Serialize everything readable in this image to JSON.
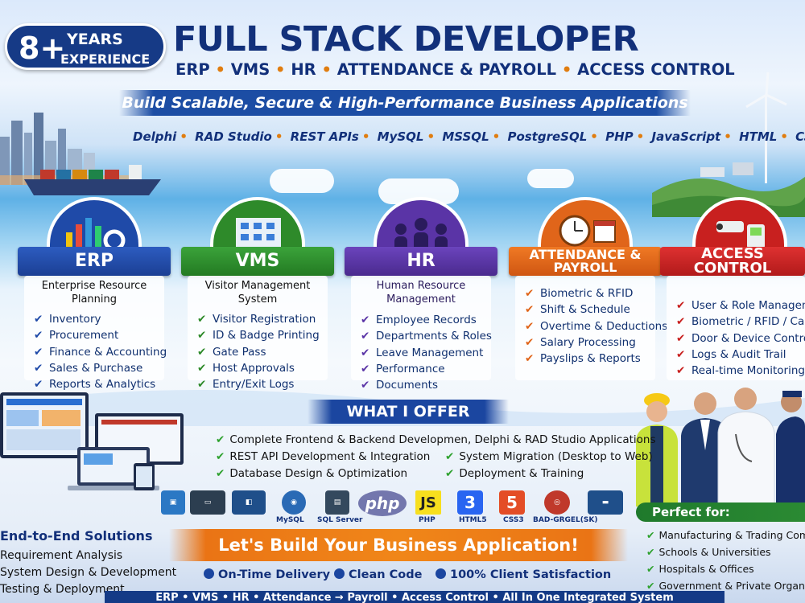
{
  "badge": {
    "number": "8+",
    "line1": "YEARS",
    "line2": "EXPERIENCE"
  },
  "title": "FULL STACK DEVELOPER",
  "subtitle": [
    "ERP",
    "VMS",
    "HR",
    "ATTENDANCE & PAYROLL",
    "ACCESS CONTROL"
  ],
  "tagline": "Build Scalable, Secure & High-Performance Business Applications",
  "tech": [
    "Delphi",
    "RAD Studio",
    "REST APIs",
    "MySQL",
    "MSSQL",
    "PostgreSQL",
    "PHP",
    "JavaScript",
    "HTML",
    "CSS"
  ],
  "colors": {
    "navy": "#12307a",
    "erp": "#1f4aa8",
    "vms": "#2e8a2a",
    "hr": "#5a34a6",
    "attendance": "#e0651a",
    "access": "#c8201f",
    "check_green": "#2ea12e"
  },
  "cards": [
    {
      "key": "erp",
      "title": "ERP",
      "desc": "Enterprise Resource Planning",
      "icon": "bar-chart-gear-icon",
      "items": [
        "Inventory",
        "Procurement",
        "Finance & Accounting",
        "Sales & Purchase",
        "Reports & Analytics"
      ]
    },
    {
      "key": "vms",
      "title": "VMS",
      "desc": "Visitor Management System",
      "icon": "building-icon",
      "items": [
        "Visitor Registration",
        "ID & Badge Printing",
        "Gate Pass",
        "Host Approvals",
        "Entry/Exit Logs"
      ]
    },
    {
      "key": "hr",
      "title": "HR",
      "desc": "Human Resource Management",
      "icon": "team-people-icon",
      "items": [
        "Employee Records",
        "Departments & Roles",
        "Leave Management",
        "Performance",
        "Documents"
      ]
    },
    {
      "key": "attendance",
      "title": "ATTENDANCE & PAYROLL",
      "desc": "",
      "icon": "clock-calendar-icon",
      "items": [
        "Biometric & RFID",
        "Shift & Schedule",
        "Overtime & Deductions",
        "Salary Processing",
        "Payslips & Reports"
      ]
    },
    {
      "key": "access",
      "title": "ACCESS CONTROL",
      "desc": "",
      "icon": "camera-fingerprint-icon",
      "items": [
        "User & Role Management",
        "Biometric / RFID / Card",
        "Door & Device Control",
        "Logs & Audit Trail",
        "Real-time Monitoring"
      ]
    }
  ],
  "offer": {
    "title": "WHAT I OFFER",
    "line1": "Complete Frontend & Backend Developmen, Delphi & RAD Studio Applications",
    "col1": [
      "REST API Development & Integration",
      "Database Design & Optimization"
    ],
    "col2": [
      "System Migration (Desktop to Web)",
      "Deployment & Training"
    ]
  },
  "logos": [
    {
      "name": "mysql-logo",
      "label": "MySQL"
    },
    {
      "name": "sqlserver-logo",
      "label": "SQL Server"
    },
    {
      "name": "php-logo",
      "label": "PHP",
      "text": "php"
    },
    {
      "name": "js-logo",
      "label": "PHP",
      "text": "JS"
    },
    {
      "name": "html5-logo",
      "label": "HTML5",
      "text": "3"
    },
    {
      "name": "css3-logo",
      "label": "CSS3",
      "text": "5"
    },
    {
      "name": "other-logo",
      "label": "BAD-GRGEL(SK)"
    }
  ],
  "end_to_end": {
    "title": "End-to-End Solutions",
    "items": [
      "Requirement Analysis",
      "System Design & Development",
      "Testing & Deployment"
    ]
  },
  "cta": "Let's Build Your Business Application!",
  "promises": [
    "On-Time Delivery",
    "Clean Code",
    "100% Client Satisfaction"
  ],
  "footer": "ERP • VMS • HR • Attendance → Payroll • Access Control • All In One Integrated System",
  "perfect_for": {
    "title": "Perfect for:",
    "items": [
      "Manufacturing & Trading Companies",
      "Schools & Universities",
      "Hospitals & Offices",
      "Government & Private Organizations"
    ]
  }
}
